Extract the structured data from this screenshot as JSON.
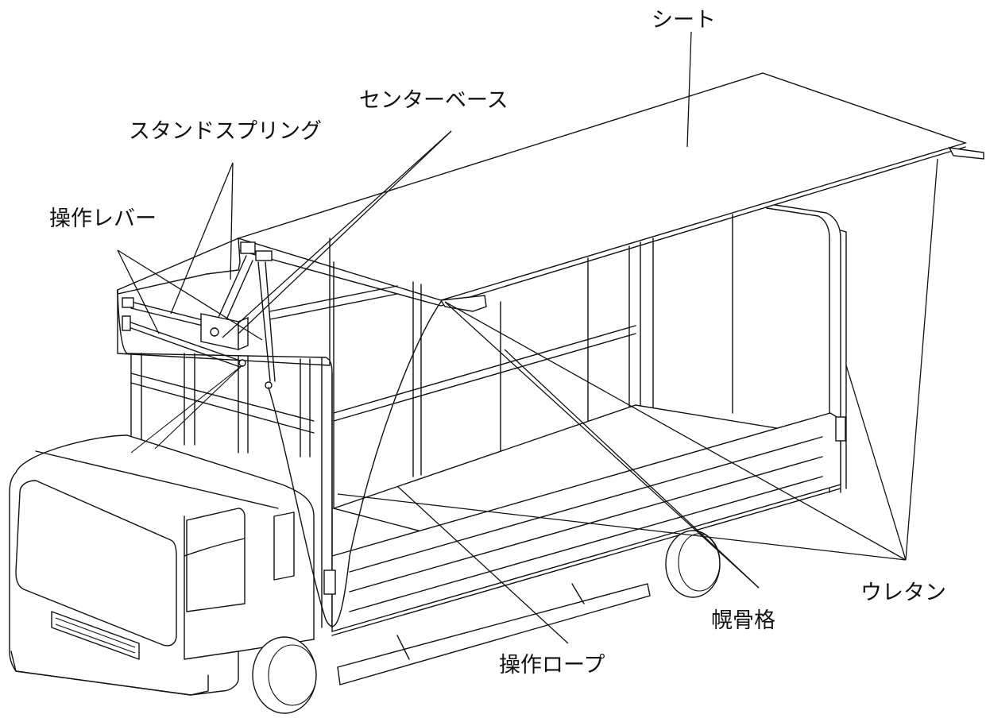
{
  "diagram": {
    "labels": {
      "sheet": "シート",
      "center_base": "センターベース",
      "stand_spring": "スタンドスプリング",
      "operation_lever": "操作レバー",
      "urethane": "ウレタン",
      "hood_frame": "幌骨格",
      "operation_rope": "操作ロープ"
    }
  }
}
